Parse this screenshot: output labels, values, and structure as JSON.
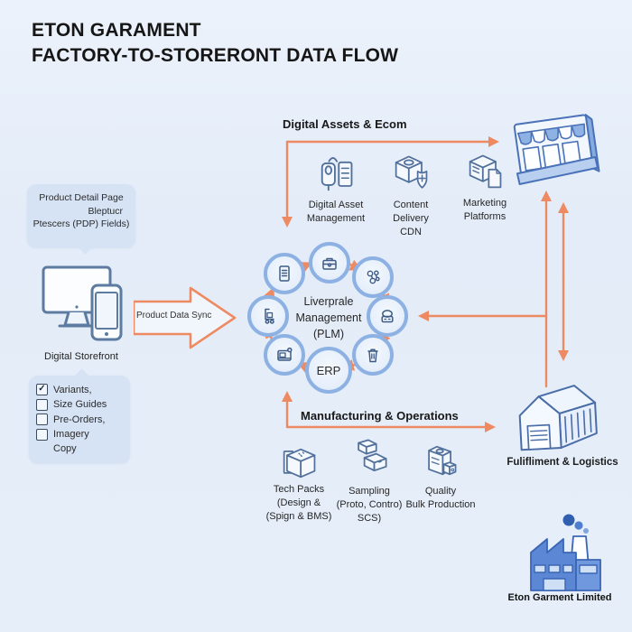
{
  "title": {
    "line1": "ETON GARAMENT",
    "line2": "FACTORY-TO-STORERONT DATA FLOW"
  },
  "colors": {
    "background": "#E5EDF8",
    "accent_orange": "#EE8A62",
    "ring_border": "#8DB1E2",
    "icon_stroke": "#44618C",
    "bubble_fill": "#D6E3F5",
    "factory_blue": "#5B87D5"
  },
  "left_panel": {
    "pdp_box": {
      "line1": "Product Detail Page",
      "line2": "Bleptucr",
      "line3": "Ptescers (PDP) Fields)"
    },
    "storefront_label": "Digital Storefront",
    "checklist": {
      "check_glyph": "✓",
      "items": [
        {
          "label": "Variants,",
          "checked": true
        },
        {
          "label": "Size Guides",
          "checked": false
        },
        {
          "label": "Pre-Orders,",
          "checked": false
        },
        {
          "label": "Imagery",
          "checked": false
        }
      ],
      "footer": "Copy"
    }
  },
  "sync_arrow": {
    "label": "Product Data Sync"
  },
  "digital_assets": {
    "header": "Digital Assets & Ecom",
    "items": [
      {
        "icon": "digital-asset-management",
        "line1": "Digital Asset",
        "line2": "Management",
        "line3": ""
      },
      {
        "icon": "content-delivery-cdn",
        "line1": "Content",
        "line2": "Delivery",
        "line3": "CDN"
      },
      {
        "icon": "marketing-platforms",
        "line1": "Marketing",
        "line2": "Platforms",
        "line3": ""
      }
    ]
  },
  "plm_ring": {
    "center_line1": "Liverprale",
    "center_line2": "Management",
    "center_line3": "(PLM)",
    "erp_label": "ERP",
    "nodes": [
      "document",
      "toolbox",
      "components",
      "contact",
      "trash",
      "erp",
      "browser",
      "cart"
    ]
  },
  "manufacturing": {
    "header": "Manufacturing & Operations",
    "items": [
      {
        "icon": "tech-packs",
        "line1": "Tech Packs",
        "line2": "(Design &",
        "line3": "(Spign & BMS)"
      },
      {
        "icon": "sampling",
        "line1": "Sampling",
        "line2": "(Proto, Contro)",
        "line3": "SCS)"
      },
      {
        "icon": "quality-bulk-production",
        "line1": "Quality",
        "line2": "Bulk Production",
        "line3": ""
      }
    ]
  },
  "fulfillment": {
    "label": "Fulifliment & Logistics"
  },
  "factory": {
    "label": "Eton Garment Limited"
  }
}
